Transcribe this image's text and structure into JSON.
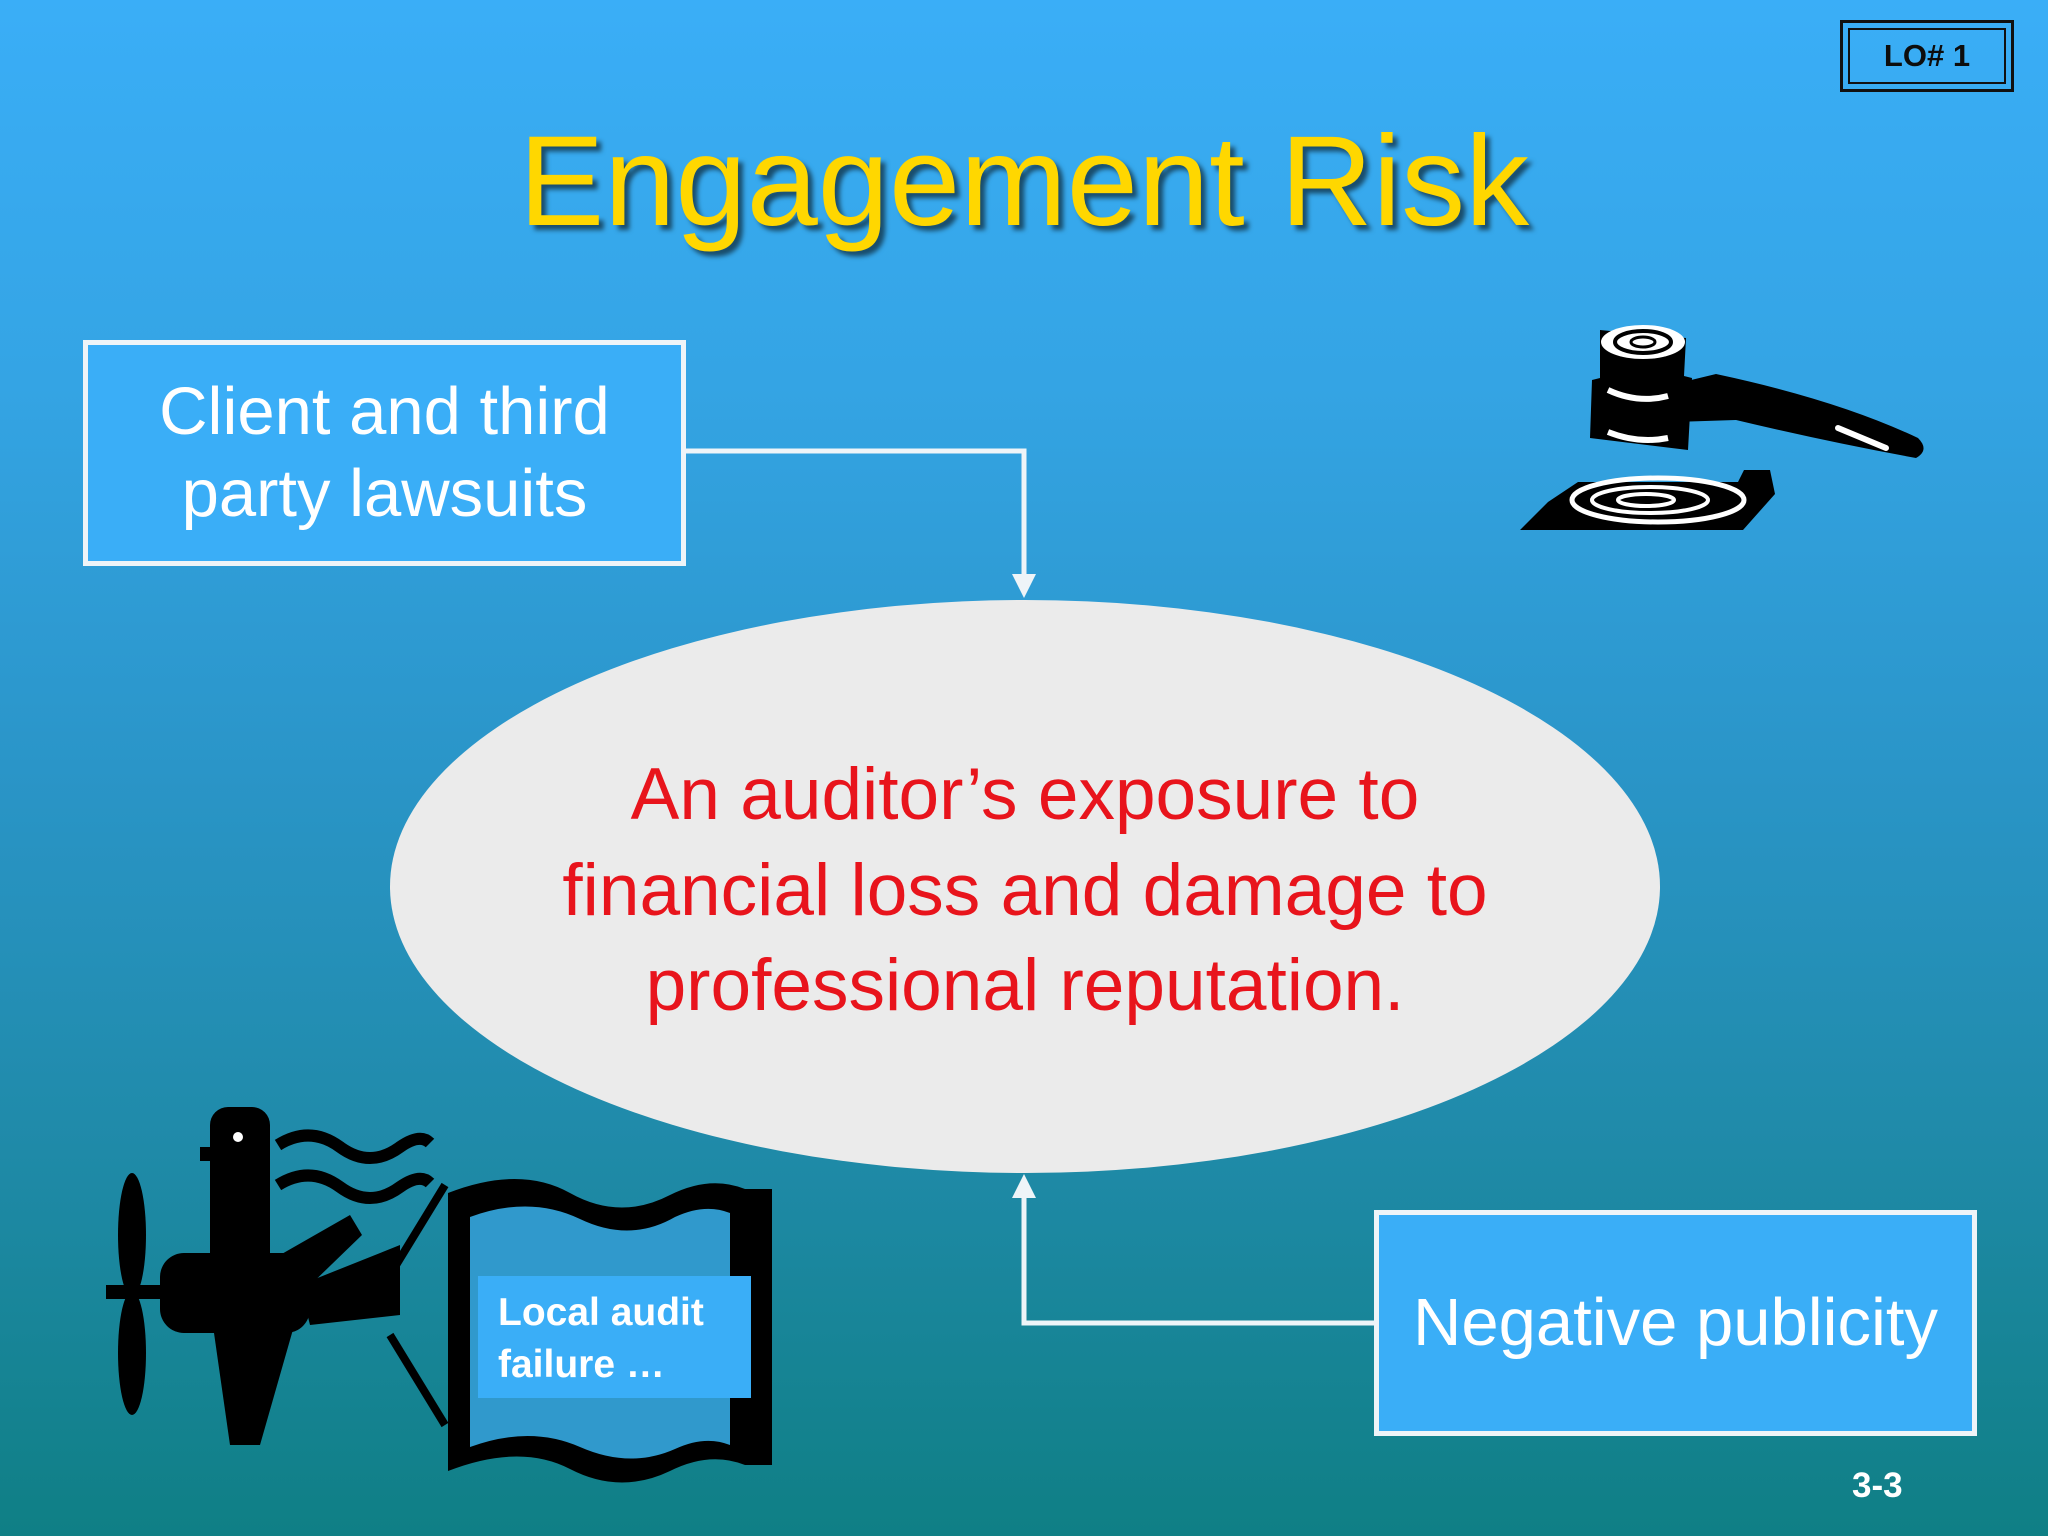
{
  "slide": {
    "badge": "LO# 1",
    "title": "Engagement Risk",
    "definition": "An auditor’s exposure to financial loss and damage to professional reputation.",
    "sources": [
      {
        "label": "Client and third party lawsuits"
      },
      {
        "label": "Negative publicity"
      },
      {
        "label": "Local audit failure …"
      }
    ],
    "page_number": "3-3"
  },
  "icons": {
    "gavel": "gavel-icon",
    "plane_banner": "plane-banner-icon"
  },
  "colors": {
    "title": "#ffd700",
    "definition_text": "#e8141c",
    "box_fill": "#3aaef7",
    "ellipse_fill": "#ebebeb"
  }
}
